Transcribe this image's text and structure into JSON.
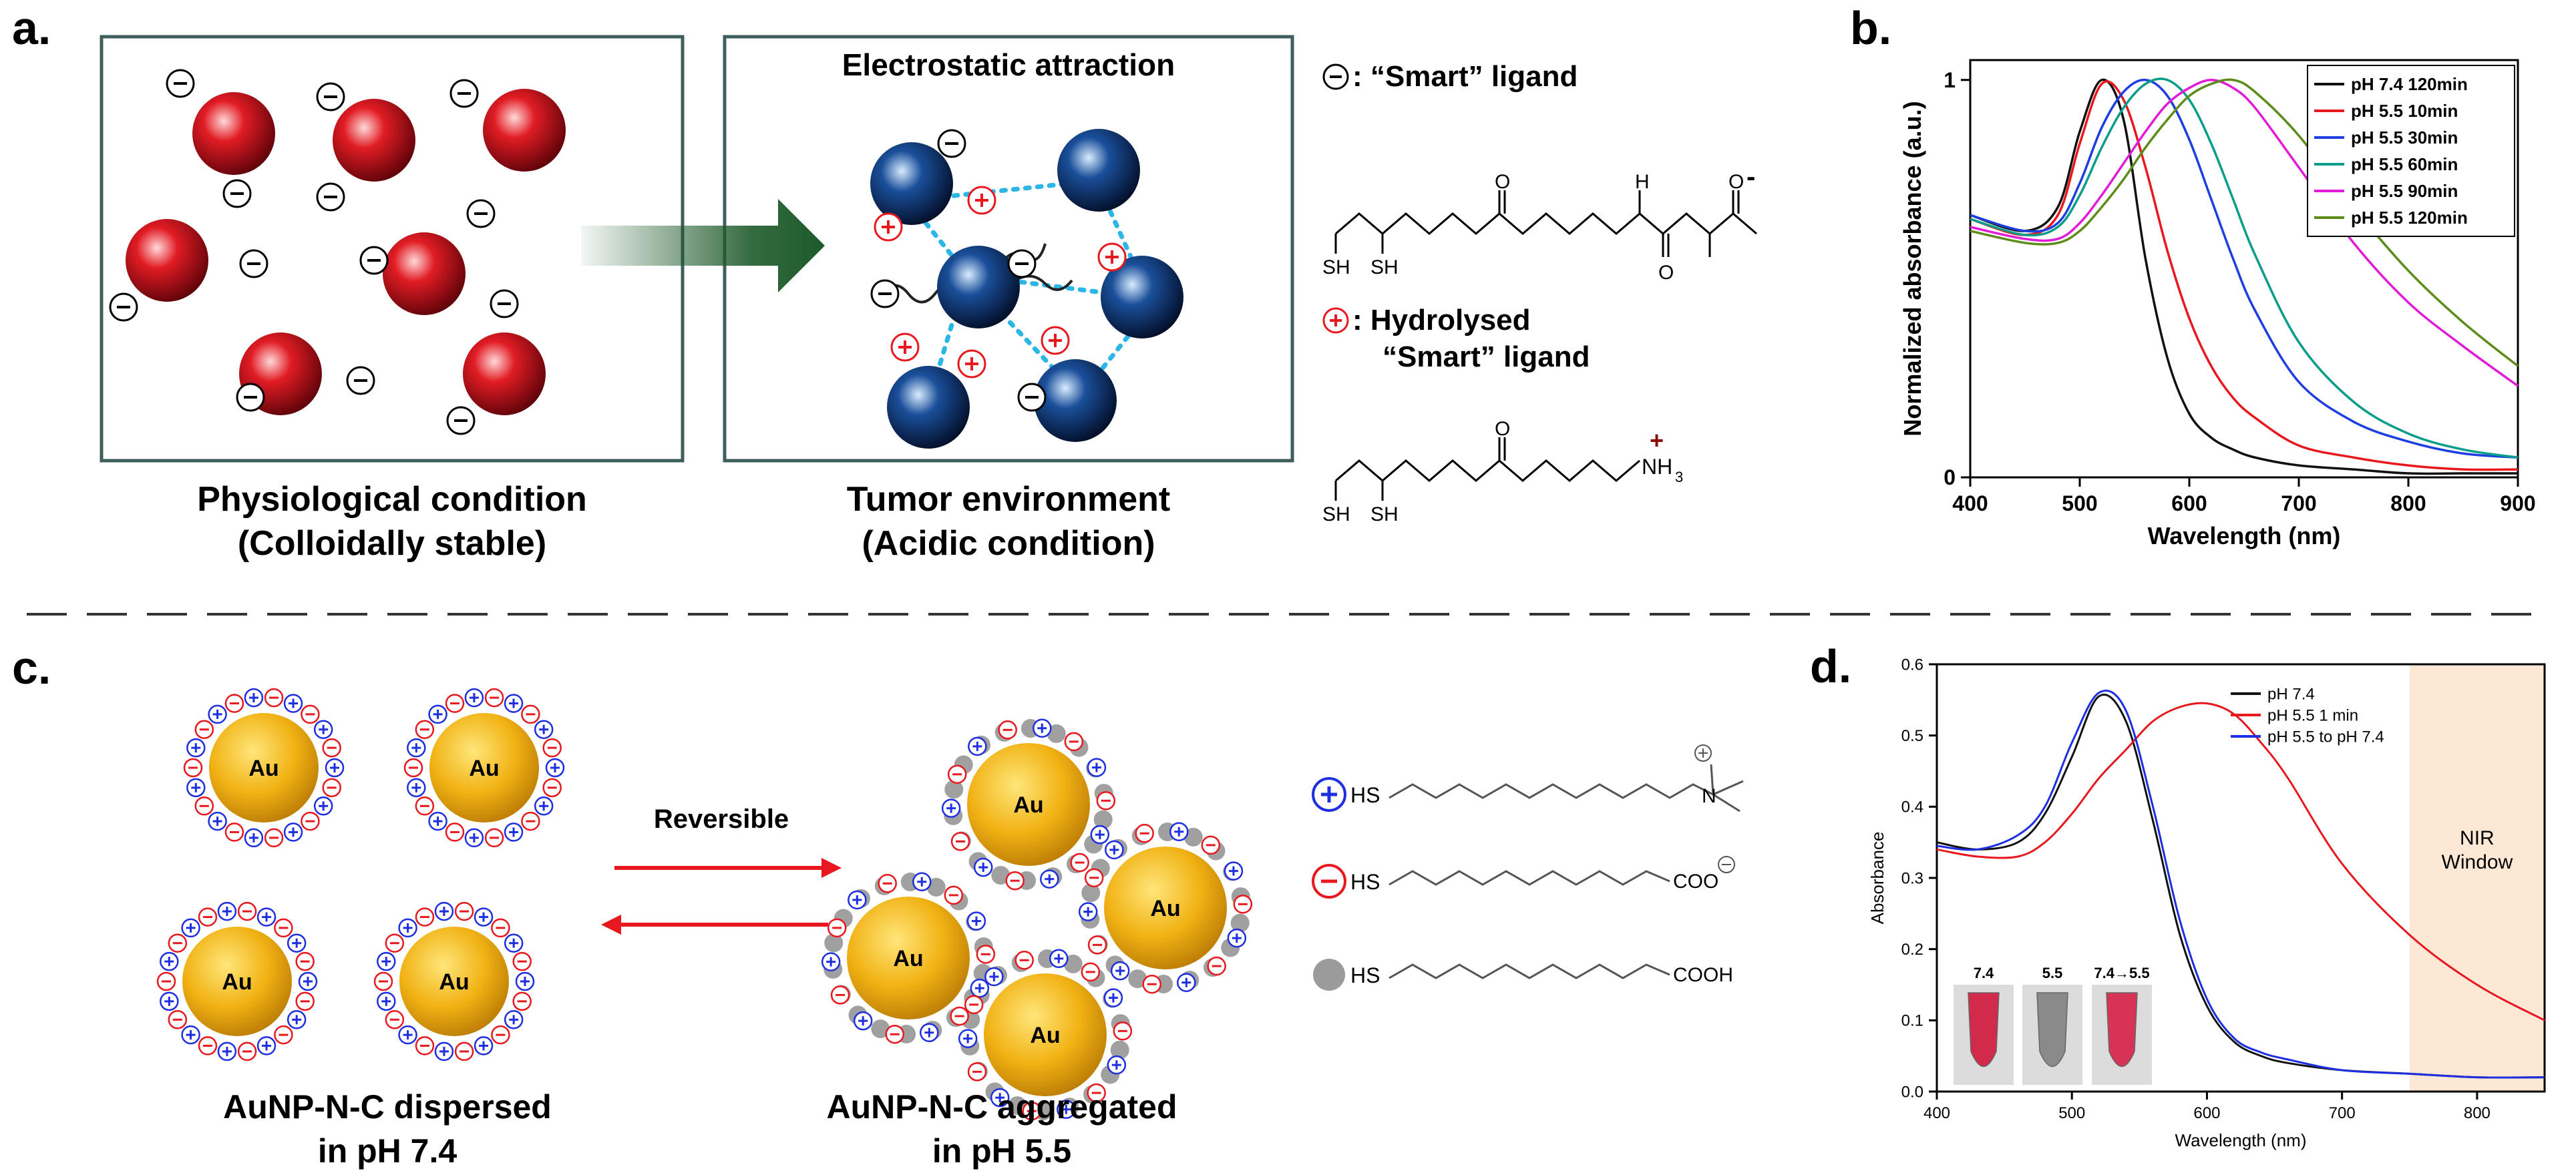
{
  "panel_a": {
    "label": "a.",
    "box2_title": "Electrostatic attraction",
    "caption_left_1": "Physiological condition",
    "caption_left_2": "(Colloidally stable)",
    "caption_right_1": "Tumor environment",
    "caption_right_2": "(Acidic condition)",
    "legend_neg": ": “Smart” ligand",
    "legend_pos_1": ": Hydrolysed",
    "legend_pos_2": "“Smart” ligand",
    "atom_o": "O",
    "atom_h": "H",
    "atom_n": "N",
    "atom_sh": "SH",
    "atom_nh3": "NH",
    "sub_3": "3",
    "sign_minus": "-",
    "sign_plus": "+",
    "colors": {
      "red_np": "#d0141f",
      "blue_np": "#123a78",
      "arrow": "#1d5a2a",
      "link": "#2bb6e6"
    }
  },
  "panel_b": {
    "label": "b."
  },
  "panel_c": {
    "label": "c.",
    "reversible": "Reversible",
    "particle_label": "Au",
    "caption_left_1": "AuNP-N-C dispersed",
    "caption_left_2": "in pH 7.4",
    "caption_right_1": "AuNP-N-C aggregated",
    "caption_right_2": "in pH 5.5",
    "ligand_hs": "HS",
    "ligand_coo": "COO",
    "ligand_cooh": "COOH",
    "ligand_n": "N"
  },
  "panel_d": {
    "label": "d.",
    "nir_1": "NIR",
    "nir_2": "Window",
    "vial_labels": [
      "7.4",
      "5.5",
      "7.4→5.5"
    ]
  },
  "chart_data": [
    {
      "type": "line",
      "panel": "b",
      "xlabel": "Wavelength (nm)",
      "ylabel": "Normalized absorbance (a.u.)",
      "xlim": [
        400,
        900
      ],
      "ylim": [
        0,
        1.05
      ],
      "x_ticks": [
        400,
        500,
        600,
        700,
        800,
        900
      ],
      "y_ticks": [
        0,
        1
      ],
      "legend_position": "top-right",
      "x": [
        400,
        450,
        480,
        500,
        520,
        540,
        560,
        580,
        600,
        620,
        640,
        660,
        700,
        750,
        800,
        850,
        900
      ],
      "series": [
        {
          "name": "pH 7.4 120min",
          "color": "#111111",
          "values": [
            0.66,
            0.62,
            0.68,
            0.87,
            1.0,
            0.9,
            0.55,
            0.3,
            0.16,
            0.1,
            0.07,
            0.05,
            0.03,
            0.02,
            0.01,
            0.01,
            0.01
          ]
        },
        {
          "name": "pH 5.5 10min",
          "color": "#e8191e",
          "values": [
            0.65,
            0.61,
            0.66,
            0.84,
            0.99,
            0.95,
            0.78,
            0.57,
            0.4,
            0.28,
            0.2,
            0.15,
            0.08,
            0.05,
            0.03,
            0.02,
            0.02
          ]
        },
        {
          "name": "pH 5.5 30min",
          "color": "#1d3fe0",
          "values": [
            0.66,
            0.62,
            0.64,
            0.74,
            0.88,
            0.97,
            1.0,
            0.96,
            0.85,
            0.7,
            0.55,
            0.42,
            0.24,
            0.14,
            0.09,
            0.06,
            0.05
          ]
        },
        {
          "name": "pH 5.5 60min",
          "color": "#0a9e8a",
          "values": [
            0.65,
            0.61,
            0.63,
            0.71,
            0.83,
            0.93,
            0.99,
            1.0,
            0.95,
            0.84,
            0.7,
            0.56,
            0.34,
            0.19,
            0.11,
            0.07,
            0.05
          ]
        },
        {
          "name": "pH 5.5 90min",
          "color": "#e21bd8",
          "values": [
            0.63,
            0.6,
            0.6,
            0.64,
            0.71,
            0.79,
            0.87,
            0.94,
            0.98,
            1.0,
            0.98,
            0.93,
            0.78,
            0.59,
            0.44,
            0.33,
            0.23
          ]
        },
        {
          "name": "pH 5.5 120min",
          "color": "#5d8c1a",
          "values": [
            0.62,
            0.59,
            0.59,
            0.62,
            0.68,
            0.75,
            0.83,
            0.9,
            0.96,
            0.99,
            1.0,
            0.97,
            0.86,
            0.68,
            0.52,
            0.39,
            0.28
          ]
        }
      ]
    },
    {
      "type": "line",
      "panel": "d",
      "xlabel": "Wavelength (nm)",
      "ylabel": "Absorbance",
      "xlim": [
        400,
        850
      ],
      "ylim": [
        0,
        0.6
      ],
      "x_ticks": [
        400,
        500,
        600,
        700,
        800
      ],
      "y_ticks": [
        0.0,
        0.1,
        0.2,
        0.3,
        0.4,
        0.5,
        0.6
      ],
      "legend_position": "top-right",
      "shaded_region": [
        750,
        850
      ],
      "x": [
        400,
        430,
        460,
        480,
        500,
        520,
        540,
        560,
        580,
        600,
        620,
        640,
        660,
        700,
        750,
        800,
        850
      ],
      "series": [
        {
          "name": "pH 7.4",
          "color": "#111111",
          "values": [
            0.35,
            0.34,
            0.35,
            0.39,
            0.47,
            0.555,
            0.52,
            0.38,
            0.22,
            0.12,
            0.07,
            0.05,
            0.04,
            0.03,
            0.025,
            0.02,
            0.02
          ]
        },
        {
          "name": "pH 5.5  1 min",
          "color": "#e8191e",
          "values": [
            0.34,
            0.33,
            0.33,
            0.35,
            0.39,
            0.44,
            0.48,
            0.52,
            0.54,
            0.545,
            0.53,
            0.49,
            0.44,
            0.32,
            0.22,
            0.15,
            0.1
          ]
        },
        {
          "name": "pH 5.5 to pH 7.4",
          "color": "#1d2fe0",
          "values": [
            0.345,
            0.34,
            0.36,
            0.4,
            0.49,
            0.56,
            0.535,
            0.4,
            0.24,
            0.13,
            0.075,
            0.055,
            0.045,
            0.03,
            0.025,
            0.02,
            0.02
          ]
        }
      ]
    }
  ]
}
